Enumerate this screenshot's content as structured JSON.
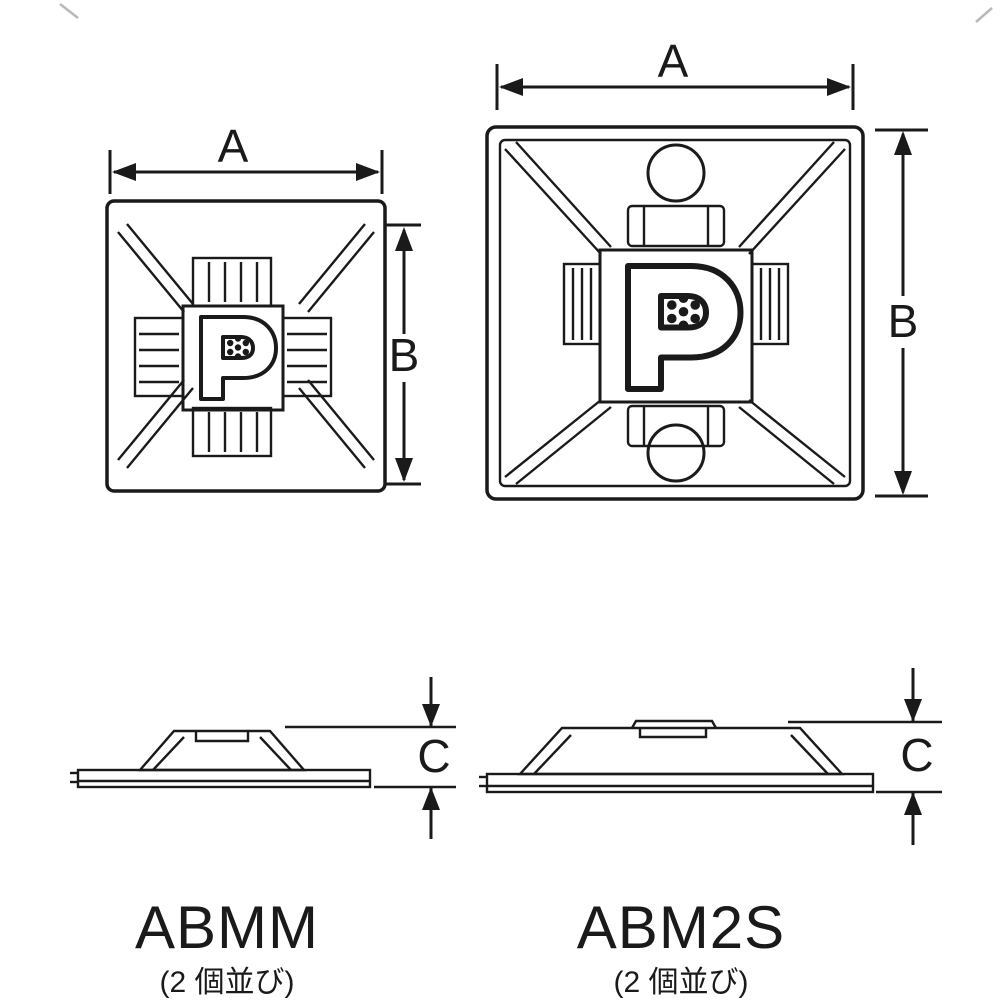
{
  "page": {
    "background": "#ffffff",
    "line_color": "#1a1a1a"
  },
  "dims": {
    "width_label": "A",
    "height_label": "B",
    "thickness_label": "C"
  },
  "products": {
    "left": {
      "name": "ABMM",
      "caption": "(2 個並び)"
    },
    "right": {
      "name": "ABM2S",
      "caption": "(2 個並び)"
    }
  }
}
